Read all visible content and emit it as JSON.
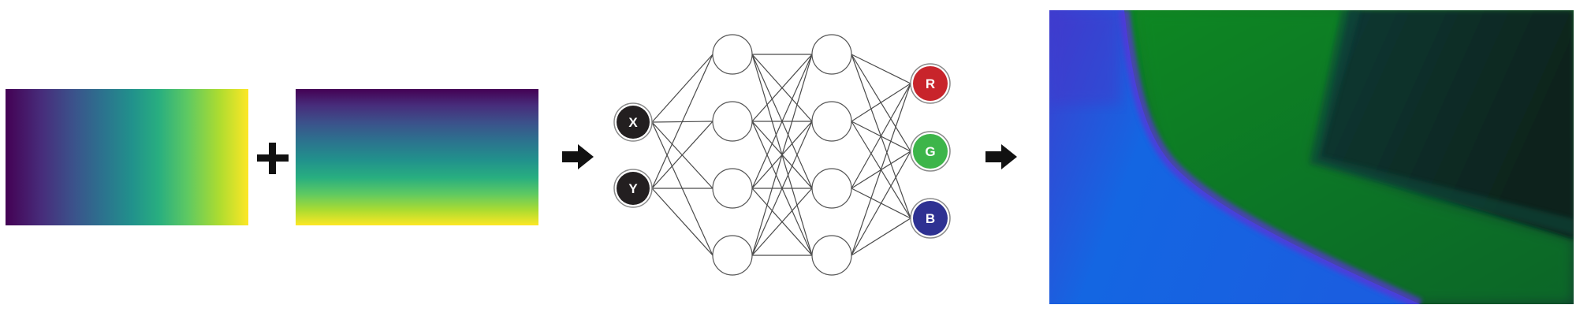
{
  "inputs": {
    "x_gradient": {
      "direction": "horizontal",
      "colormap": "viridis"
    },
    "y_gradient": {
      "direction": "vertical",
      "colormap": "viridis"
    },
    "combine_symbol": "+"
  },
  "network": {
    "input_nodes": [
      {
        "label": "X",
        "color": "#231f20"
      },
      {
        "label": "Y",
        "color": "#231f20"
      }
    ],
    "hidden_layers": [
      4,
      4
    ],
    "output_nodes": [
      {
        "label": "R",
        "color": "#c8242b"
      },
      {
        "label": "G",
        "color": "#3db54a"
      },
      {
        "label": "B",
        "color": "#2e3192"
      }
    ]
  },
  "output": {
    "colors": [
      "#4a2fd6",
      "#1468e0",
      "#0b8a1e",
      "#0e5a2e",
      "#0a2a24"
    ]
  }
}
